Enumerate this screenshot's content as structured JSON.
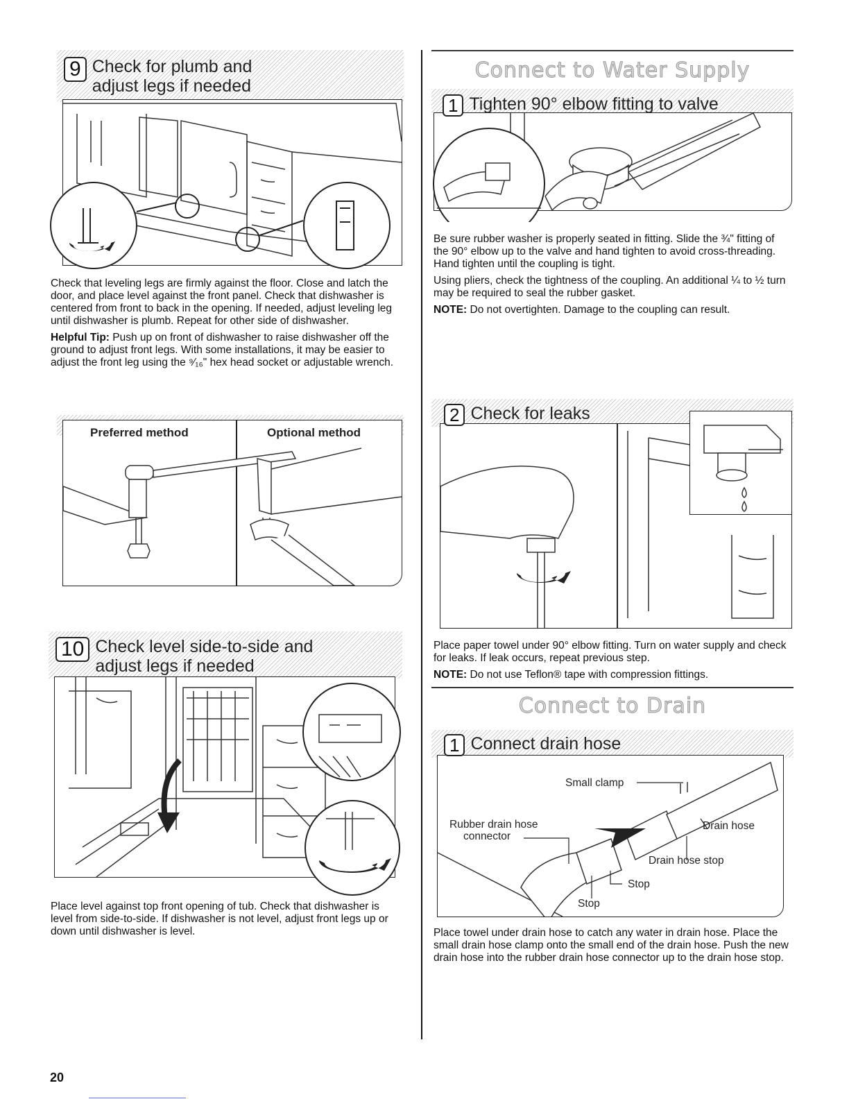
{
  "left": {
    "step9": {
      "number": "9",
      "title_line1": "Check for plumb and",
      "title_line2": "adjust legs if needed",
      "para1": "Check that leveling legs are firmly against the floor. Close and latch the door, and place level against the front panel. Check that dishwasher is centered from front to back in the opening. If needed, adjust leveling leg until dishwasher is plumb. Repeat for other side of dishwasher.",
      "tip_label": "Helpful Tip:",
      "tip_text": " Push up on front of dishwasher to raise dishwasher off the ground to adjust front legs. With some installations, it may be easier to adjust the front leg using the ⁹⁄₁₆\" hex head socket or adjustable wrench.",
      "preferred_label": "Preferred method",
      "optional_label": "Optional method"
    },
    "step10": {
      "number": "10",
      "title_line1": "Check level side-to-side and",
      "title_line2": "adjust legs if needed",
      "para": "Place level against top front opening of tub. Check that dishwasher is level from side-to-side. If dishwasher is not level, adjust front legs up or down until dishwasher is level."
    },
    "page_number": "20"
  },
  "right": {
    "water_section_title": "Connect to Water Supply",
    "w1": {
      "number": "1",
      "title": "Tighten 90° elbow fitting to valve",
      "para1": "Be sure rubber washer is properly seated in fitting. Slide the ¾\" fitting of the 90° elbow up to the valve and hand tighten to avoid cross-threading. Hand tighten until the coupling is tight.",
      "para2": "Using pliers, check the tightness of the coupling. An additional ¼ to ½ turn may be required to seal the rubber gasket.",
      "note_label": "NOTE:",
      "note_text": " Do not overtighten. Damage to the coupling can result."
    },
    "w2": {
      "number": "2",
      "title": "Check for leaks",
      "para": "Place paper towel under 90° elbow fitting. Turn on water supply and check for leaks. If leak occurs, repeat previous step.",
      "note_label": "NOTE:",
      "note_text": " Do not use Teflon® tape with compression fittings."
    },
    "drain_section_title": "Connect to Drain",
    "d1": {
      "number": "1",
      "title": "Connect drain hose",
      "label_small_clamp": "Small clamp",
      "label_rubber_line1": "Rubber drain hose",
      "label_rubber_line2": "connector",
      "label_drain_hose": "Drain hose",
      "label_drain_hose_stop": "Drain hose stop",
      "label_stop_right": "Stop",
      "label_stop_left": "Stop",
      "para": "Place towel under drain hose to catch any water in drain hose. Place the small drain hose clamp onto the small end of the drain hose. Push the new drain hose into the rubber drain hose connector up to the drain hose stop."
    }
  }
}
